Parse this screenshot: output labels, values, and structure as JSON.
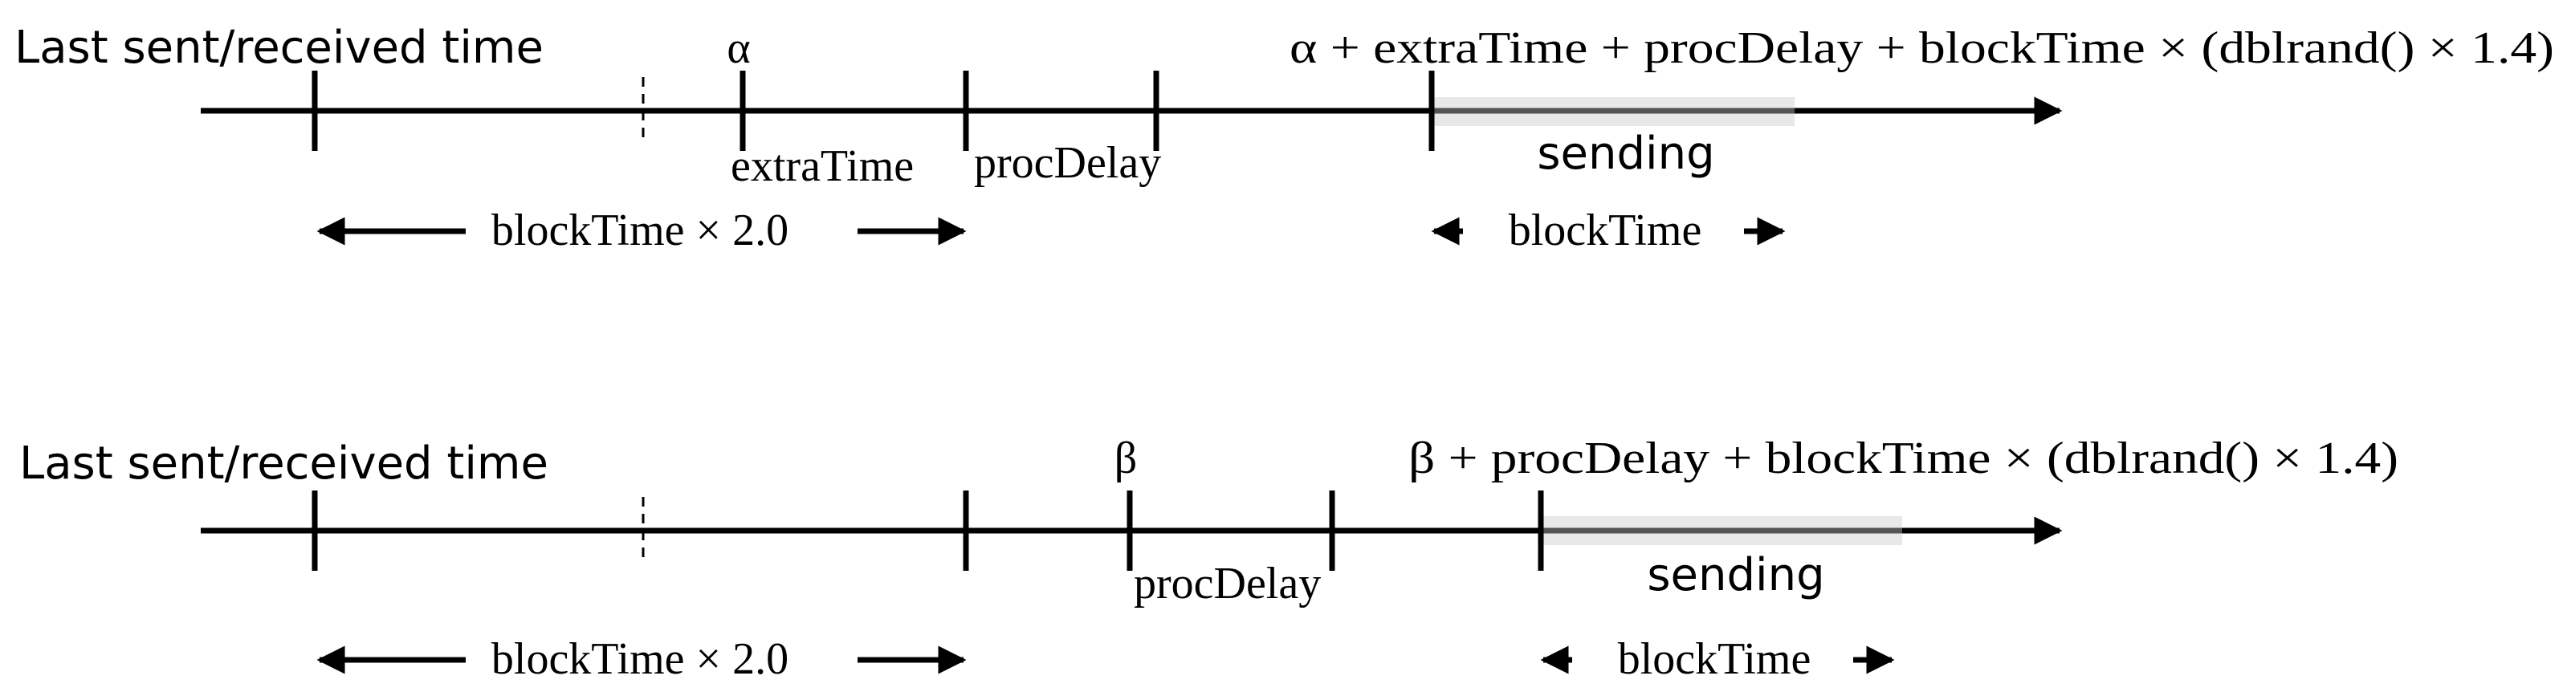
{
  "colors": {
    "line": "#000000",
    "sending_band": "#e8e8e8",
    "background": "#ffffff"
  },
  "timelines": [
    {
      "origin_label": "Last sent/received time",
      "event_label": "α",
      "formula": "α + extraTime + procDelay + blockTime × (dblrand() × 1.4)",
      "segment_labels": [
        "extraTime",
        "procDelay"
      ],
      "sending_label": "sending",
      "span_label": "blockTime × 2.0",
      "block_label": "blockTime"
    },
    {
      "origin_label": "Last sent/received time",
      "event_label": "β",
      "formula": "β + procDelay + blockTime × (dblrand() × 1.4)",
      "segment_labels": [
        "procDelay"
      ],
      "sending_label": "sending",
      "span_label": "blockTime × 2.0",
      "block_label": "blockTime"
    }
  ]
}
